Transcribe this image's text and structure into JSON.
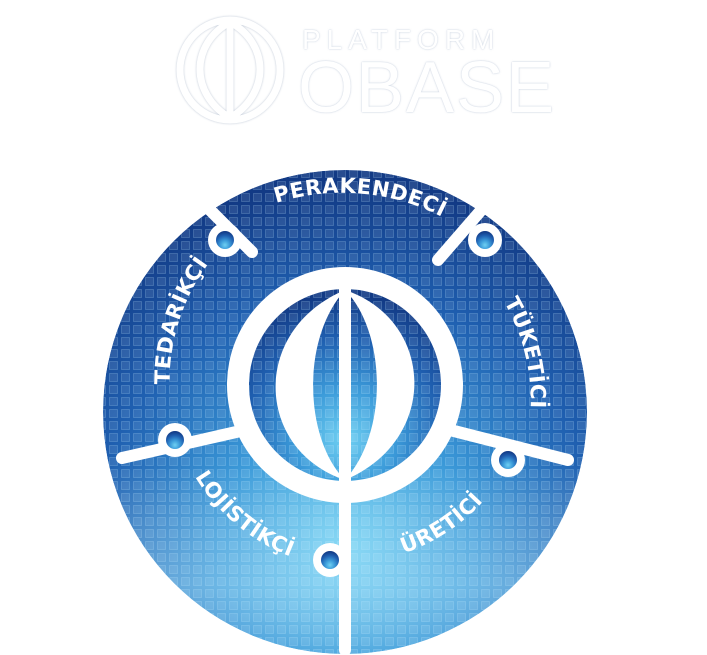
{
  "logo": {
    "line1": "PLATFORM",
    "line2": "OBASE",
    "icon": "obase-swirl-logo-icon"
  },
  "segments": [
    {
      "key": "perakendeci",
      "label": "PERAKENDECİ"
    },
    {
      "key": "tuketici",
      "label": "TÜKETİCİ"
    },
    {
      "key": "uretici",
      "label": "ÜRETİCİ"
    },
    {
      "key": "lojistikci",
      "label": "LOJİSTİKÇİ"
    },
    {
      "key": "tedarikci",
      "label": "TEDARİKÇİ"
    }
  ],
  "colors": {
    "deep_blue": "#123f8f",
    "mid_blue": "#2a7fcb",
    "light_blue": "#5cbcea",
    "white": "#ffffff"
  }
}
